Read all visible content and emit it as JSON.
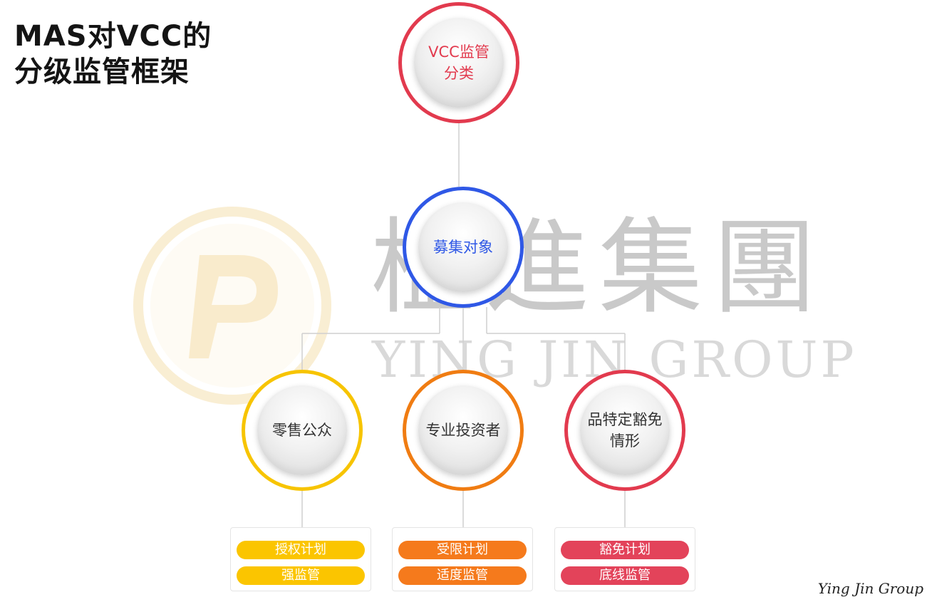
{
  "title": {
    "line1": "MAS对VCC的",
    "line2": "分级监管框架"
  },
  "watermark": {
    "cn": "楹進集團",
    "en": "YING JIN GROUP"
  },
  "root": {
    "label": "VCC监管\n分类",
    "ring_color": "#e23a4e",
    "text_color": "#e23a4e"
  },
  "middle": {
    "label": "募集对象",
    "ring_color": "#2f58e6",
    "text_color": "#2f58e6"
  },
  "children": [
    {
      "label": "零售公众",
      "ring_color": "#f7c400",
      "pill_color": "#fbc500",
      "items": [
        "授权计划",
        "强监管"
      ]
    },
    {
      "label": "专业投资者",
      "ring_color": "#f07c12",
      "pill_color": "#f57a1c",
      "items": [
        "受限计划",
        "适度监管"
      ]
    },
    {
      "label": "品特定豁免\n情形",
      "ring_color": "#e23a4e",
      "pill_color": "#e3435a",
      "items": [
        "豁免计划",
        "底线监管"
      ]
    }
  ],
  "footer": {
    "text": "Ying Jin Group"
  }
}
